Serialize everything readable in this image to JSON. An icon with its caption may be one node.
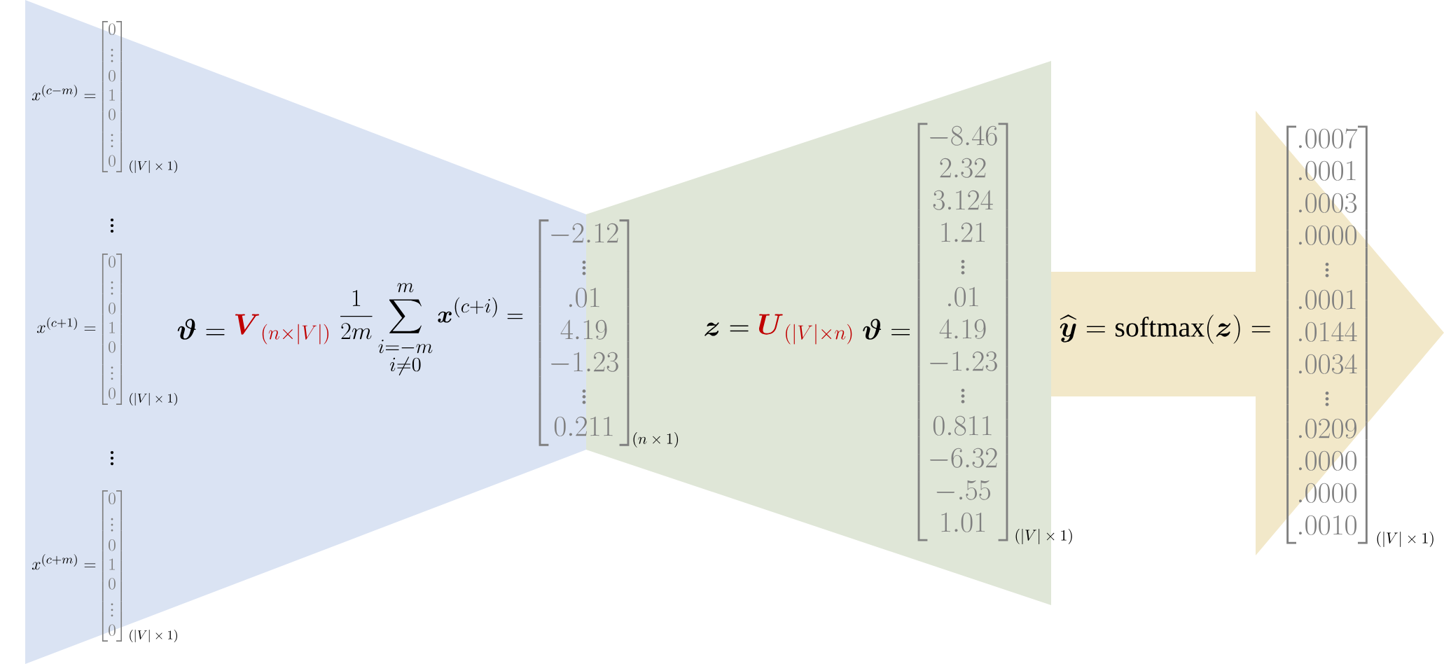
{
  "diagram": {
    "nodes": [
      {
        "text": [
          "x^{(c-m)} =",
          "\\begin{bmatrix}0\\\\\\vdots\\\\0\\\\1\\\\0\\\\\\vdots\\\\0\\end{bmatrix}",
          "(|V|\\times 1)",
          "\\vdots",
          "x^{(c+1)} =",
          "\\begin{bmatrix}0\\\\\\vdots\\\\0\\\\1\\\\0\\\\\\vdots\\\\0\\end{bmatrix}",
          "(|V|\\times 1)",
          "\\vdots",
          "x^{(c+m)} =",
          "\\begin{bmatrix}0\\\\\\vdots\\\\0\\\\1\\\\0\\\\\\vdots\\\\0\\end{bmatrix}",
          "(|V|\\times 1)",
          "\\boldsymbol{\\vartheta} =",
          "\\boldsymbol{V}_{(n\\times |V|)}",
          "\\frac{1}{2m}\\sum_{\\substack{i=-m\\\\ i\\neq 0}}^{m} \\boldsymbol{x}^{(c+i)} =",
          "\\begin{bmatrix}-2.12\\\\\\vdots\\\\.01\\\\4.19\\\\-1.23\\\\\\vdots\\\\0.211\\end{bmatrix}"
        ]
      },
      {
        "text": [
          "\\boldsymbol{z} =",
          "\\boldsymbol{U}_{(|V|\\times n)}",
          "\\boldsymbol{\\vartheta} =",
          "\\begin{bmatrix}-8.46\\\\2.32\\\\3.124\\\\1.21\\\\\\vdots\\\\.01\\\\4.19\\\\-1.23\\\\\\vdots\\\\0.811\\\\-6.32\\\\-.55\\\\1.01\\end{bmatrix}",
          "(|V|\\times 1)"
        ]
      },
      {
        "text": [
          "\\widehat{\\boldsymbol{y}} = \\mathrm{softmax}(\\boldsymbol{z}) =",
          "\\begin{bmatrix}.0007\\\\.0001\\\\.0003\\\\.0000\\\\\\vdots\\\\.0001\\\\.0144\\\\.0034\\\\\\vdots\\\\.0209\\\\.0000\\\\.0000\\\\.0010\\end{bmatrix}",
          "(|V|\\times 1)"
        ]
      }
    ],
    "labels": [
      "(n\\times 1)"
    ]
  }
}
